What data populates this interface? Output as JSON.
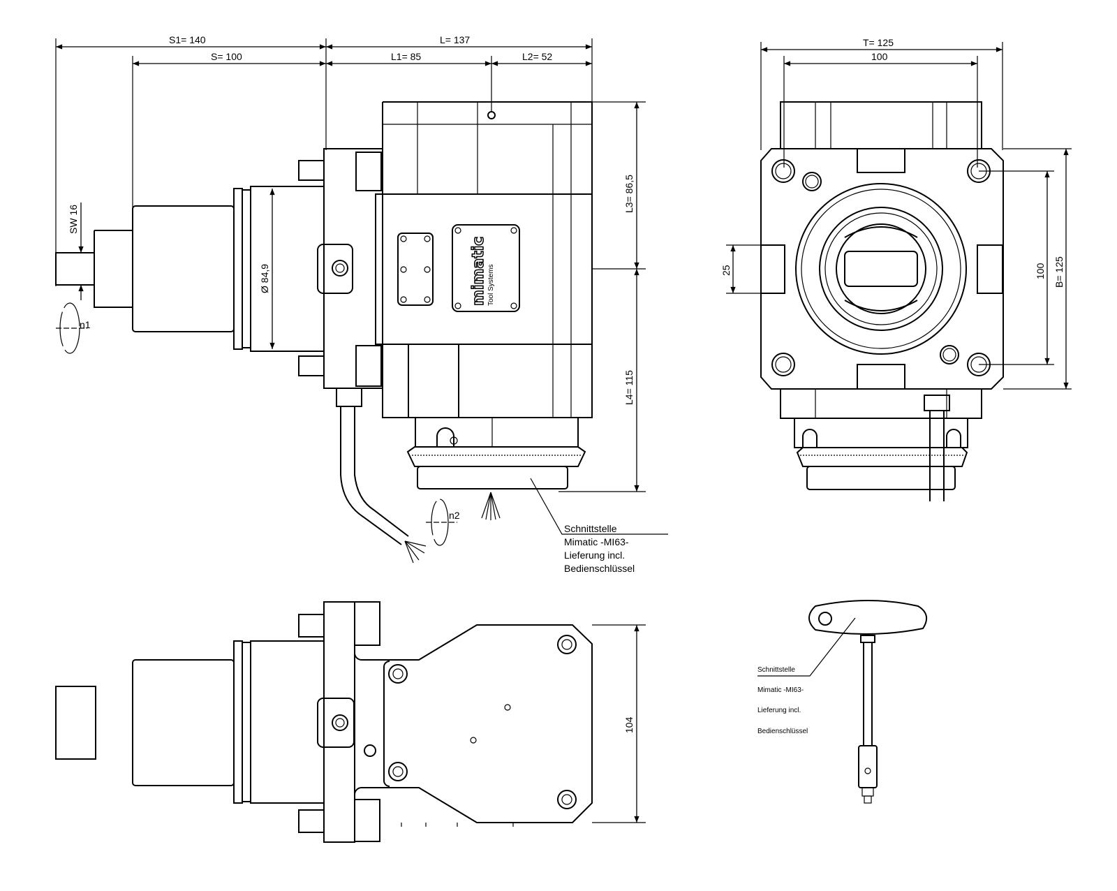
{
  "dimensions": {
    "s1": "S1=  140",
    "s": "S=  100",
    "l": "L=  137",
    "l1": "L1=  85",
    "l2": "L2=  52",
    "l3": "L3=  86,5",
    "l4": "L4=  115",
    "diameter": "Ø 84,9",
    "sw": "SW 16",
    "n1": "n1",
    "n2": "n2",
    "t": "T=  125",
    "side_width": "100",
    "slot": "25",
    "side_height": "100",
    "b": "B=  125",
    "bottom_height": "104"
  },
  "logo": {
    "brand": "mimatic",
    "sub": "Tool Systems"
  },
  "annotation": {
    "lines": [
      "Schnittstelle",
      "Mimatic -MI63-",
      "Lieferung incl.",
      "Bedienschlüssel"
    ]
  },
  "key_annotation": {
    "lines": [
      "Schnittstelle",
      "Mimatic -MI63-",
      "Lieferung incl.",
      "Bedienschlüssel"
    ]
  }
}
